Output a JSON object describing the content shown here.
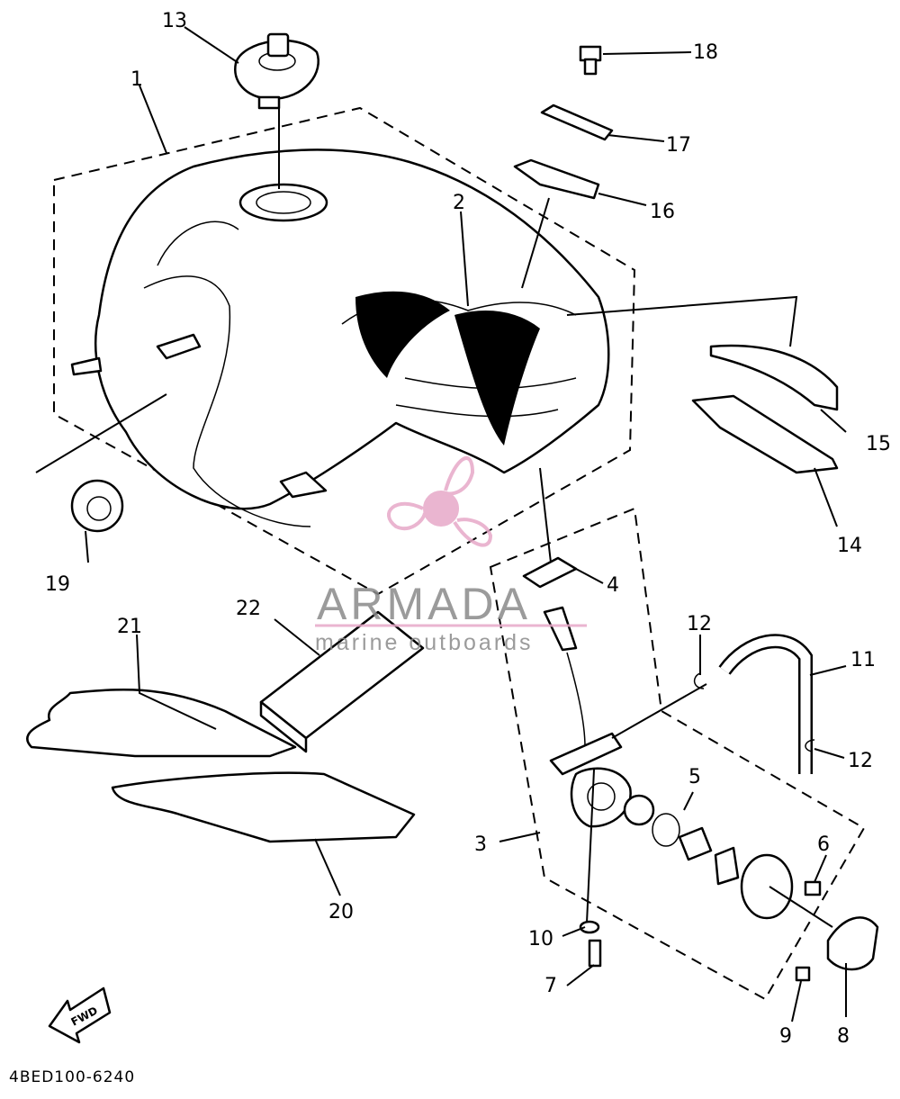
{
  "diagram": {
    "part_code": "4BED100-6240",
    "forward_label": "FWD",
    "callouts": [
      "1",
      "2",
      "3",
      "4",
      "5",
      "6",
      "7",
      "8",
      "9",
      "10",
      "11",
      "12",
      "12",
      "13",
      "14",
      "15",
      "16",
      "17",
      "18",
      "19",
      "20",
      "21",
      "22"
    ]
  },
  "watermark": {
    "title": "ARMADA",
    "subtitle": "marine outboards",
    "color": "#e7a9c8"
  }
}
